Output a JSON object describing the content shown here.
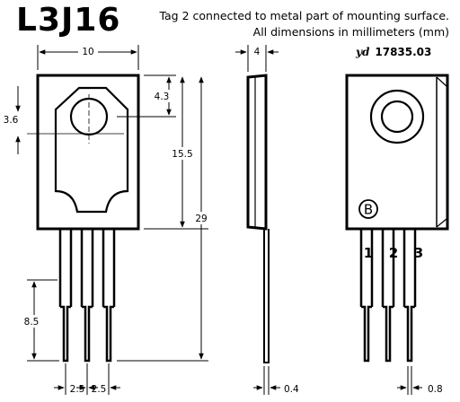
{
  "title": "L3J16",
  "notes": {
    "line1": "Tag 2 connected to metal part of mounting surface.",
    "line2": "All dimensions in millimeters (mm)"
  },
  "reference": {
    "prefix": "yd",
    "code": "17835.03"
  },
  "dimensions": {
    "width": "10",
    "thickness": "4",
    "hole_offset_top": "4.3",
    "hole_offset_side": "3.6",
    "body_height": "15.5",
    "total_height": "29",
    "lead_length": "8.5",
    "pitch_left": "2.5",
    "pitch_right": "2.5",
    "lead_thickness": "0.4",
    "lead_width": "0.8"
  },
  "pins": [
    "1",
    "2",
    "3"
  ],
  "body_mark": "B"
}
